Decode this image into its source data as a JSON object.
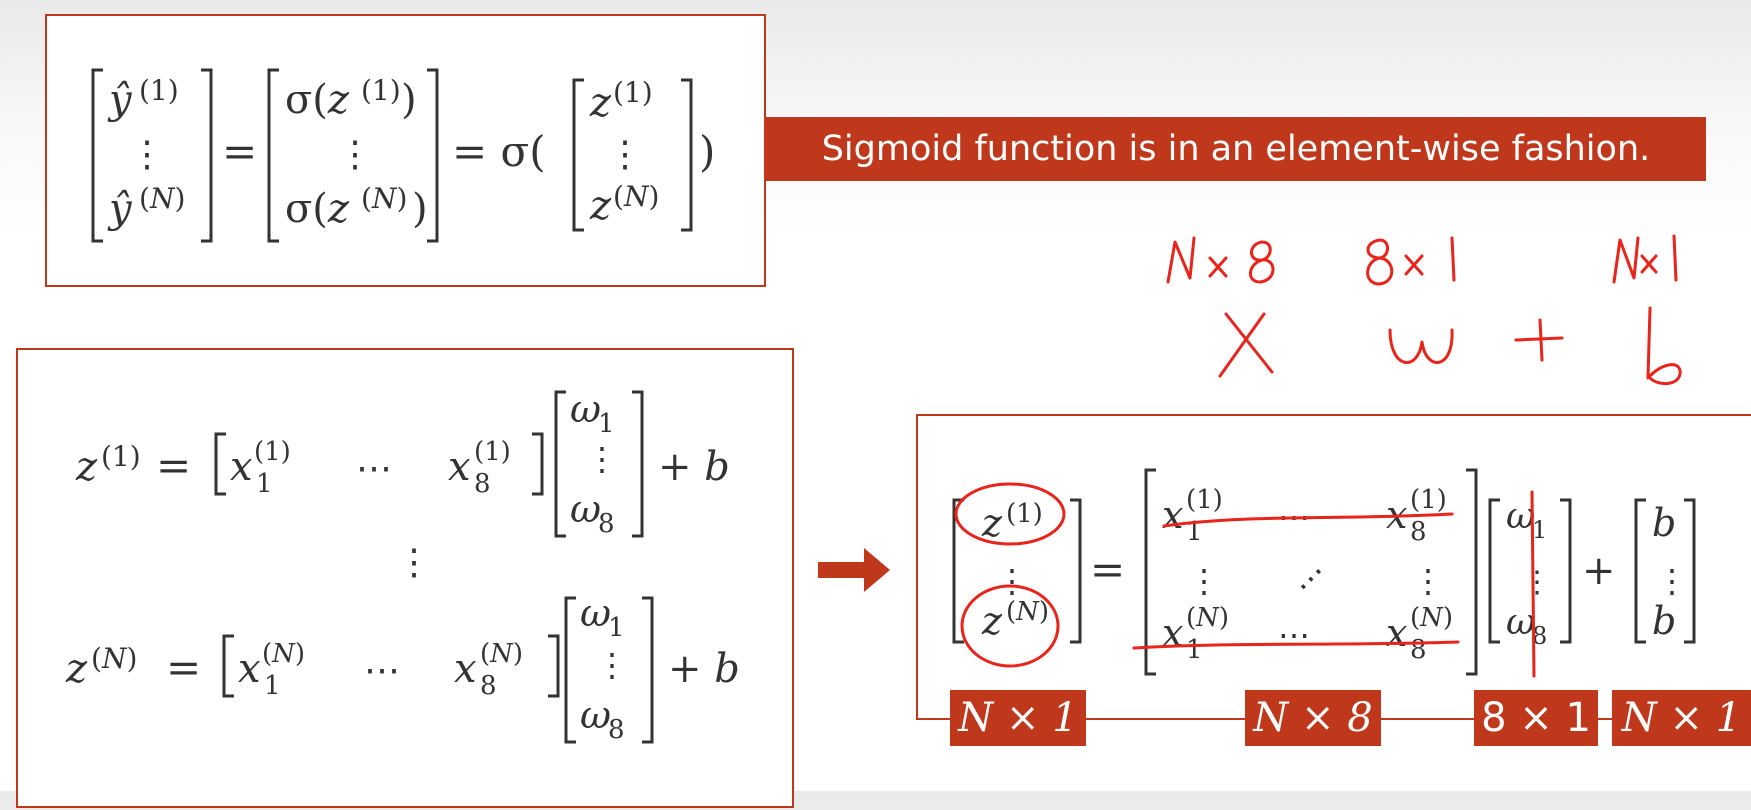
{
  "banner": {
    "text": "Sigmoid function is in an element-wise fashion."
  },
  "labels": {
    "col_n_x_1_left": "N × 1",
    "col_n_x_8": "N × 8",
    "col_8_x_1": "8 × 1",
    "col_n_x_1_right": "N × 1"
  },
  "handwritten": {
    "dims": [
      "N × 8",
      "8×1",
      "N×1"
    ],
    "expression": [
      "X",
      "ω",
      "+",
      "b"
    ]
  },
  "colors": {
    "accent": "#c0381b",
    "ink": "#e8241b",
    "text": "#333333"
  }
}
